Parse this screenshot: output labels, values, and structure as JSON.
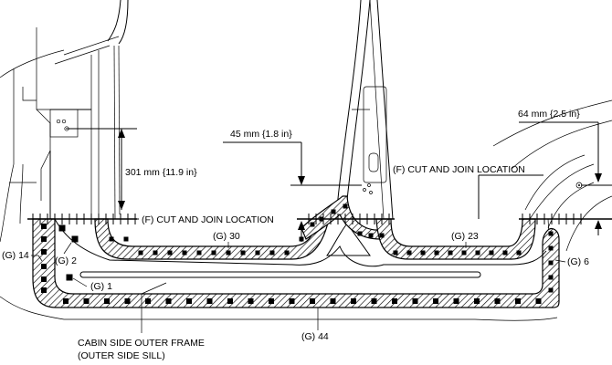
{
  "labels": {
    "dim_rear": "301 mm {11.9 in}",
    "dim_mid": "45 mm {1.8 in}",
    "dim_front": "64 mm {2.5 in}",
    "cut_rear": "(F) CUT AND JOIN LOCATION",
    "cut_front": "(F) CUT AND JOIN LOCATION",
    "g14": "(G) 14",
    "g2": "(G) 2",
    "g1": "(G) 1",
    "g30": "(G) 30",
    "g23": "(G) 23",
    "g6": "(G) 6",
    "g44": "(G) 44",
    "part_name_1": "CABIN SIDE OUTER FRAME",
    "part_name_2": "(OUTER SIDE SILL)"
  },
  "colors": {
    "line": "#000000",
    "background": "#ffffff"
  }
}
